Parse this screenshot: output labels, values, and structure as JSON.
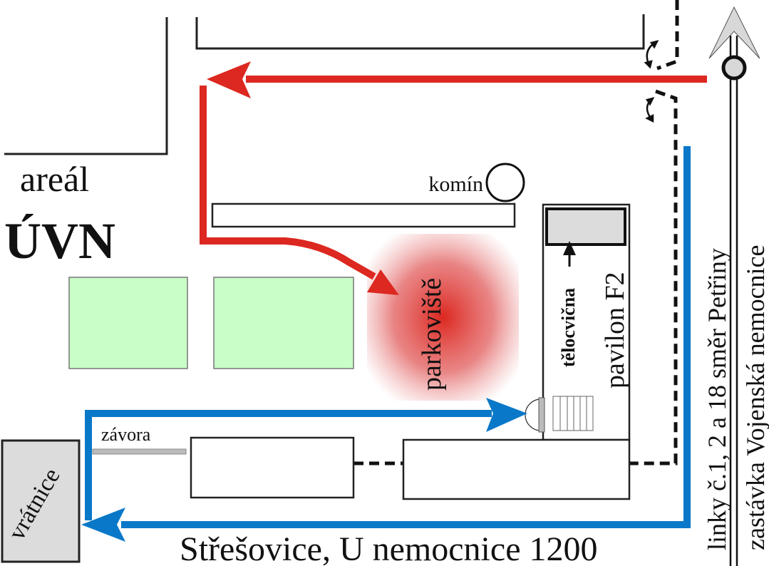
{
  "map": {
    "area_label_line1": "areál",
    "area_label_line2": "ÚVN",
    "chimney_label": "komín",
    "parking_label": "parkoviště",
    "gym_label": "tělocvična",
    "pavilion_label": "pavilon F2",
    "gatehouse_label": "vrátnice",
    "barrier_label": "závora",
    "address_label": "Střešovice, U nemocnice 1200",
    "tram_lines_label": "linky č.1, 2 a 18 směr Petřiny",
    "tram_stop_label": "zastávka Vojenská nemocnice",
    "colors": {
      "car_route": "#dc2820",
      "pedestrian_route": "#0a78c8",
      "green_area": "#c8ffc8",
      "gray_building": "#dcdcdc"
    },
    "icons": {
      "north_arrow": "north-arrow-icon",
      "tram_stop": "tram-stop-icon",
      "gate_swing": "gate-swing-icon"
    }
  }
}
